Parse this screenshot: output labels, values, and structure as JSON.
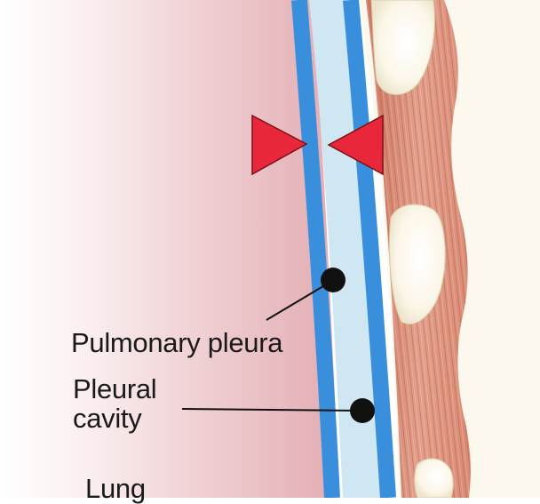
{
  "labels": {
    "pulmonary_pleura": "Pulmonary pleura",
    "pleural_line1": "Pleural",
    "pleural_line2": "cavity",
    "lung": "Lung"
  },
  "colors": {
    "lung_tissue": "#e8b9bd",
    "pleura_blue": "#3a8fdc",
    "cavity_light_blue": "#cfe6f3",
    "muscle": "#d98f7c",
    "rib_cream": "#fbf5e6",
    "arrow_red": "#e8283a",
    "marker_black": "#111111"
  }
}
